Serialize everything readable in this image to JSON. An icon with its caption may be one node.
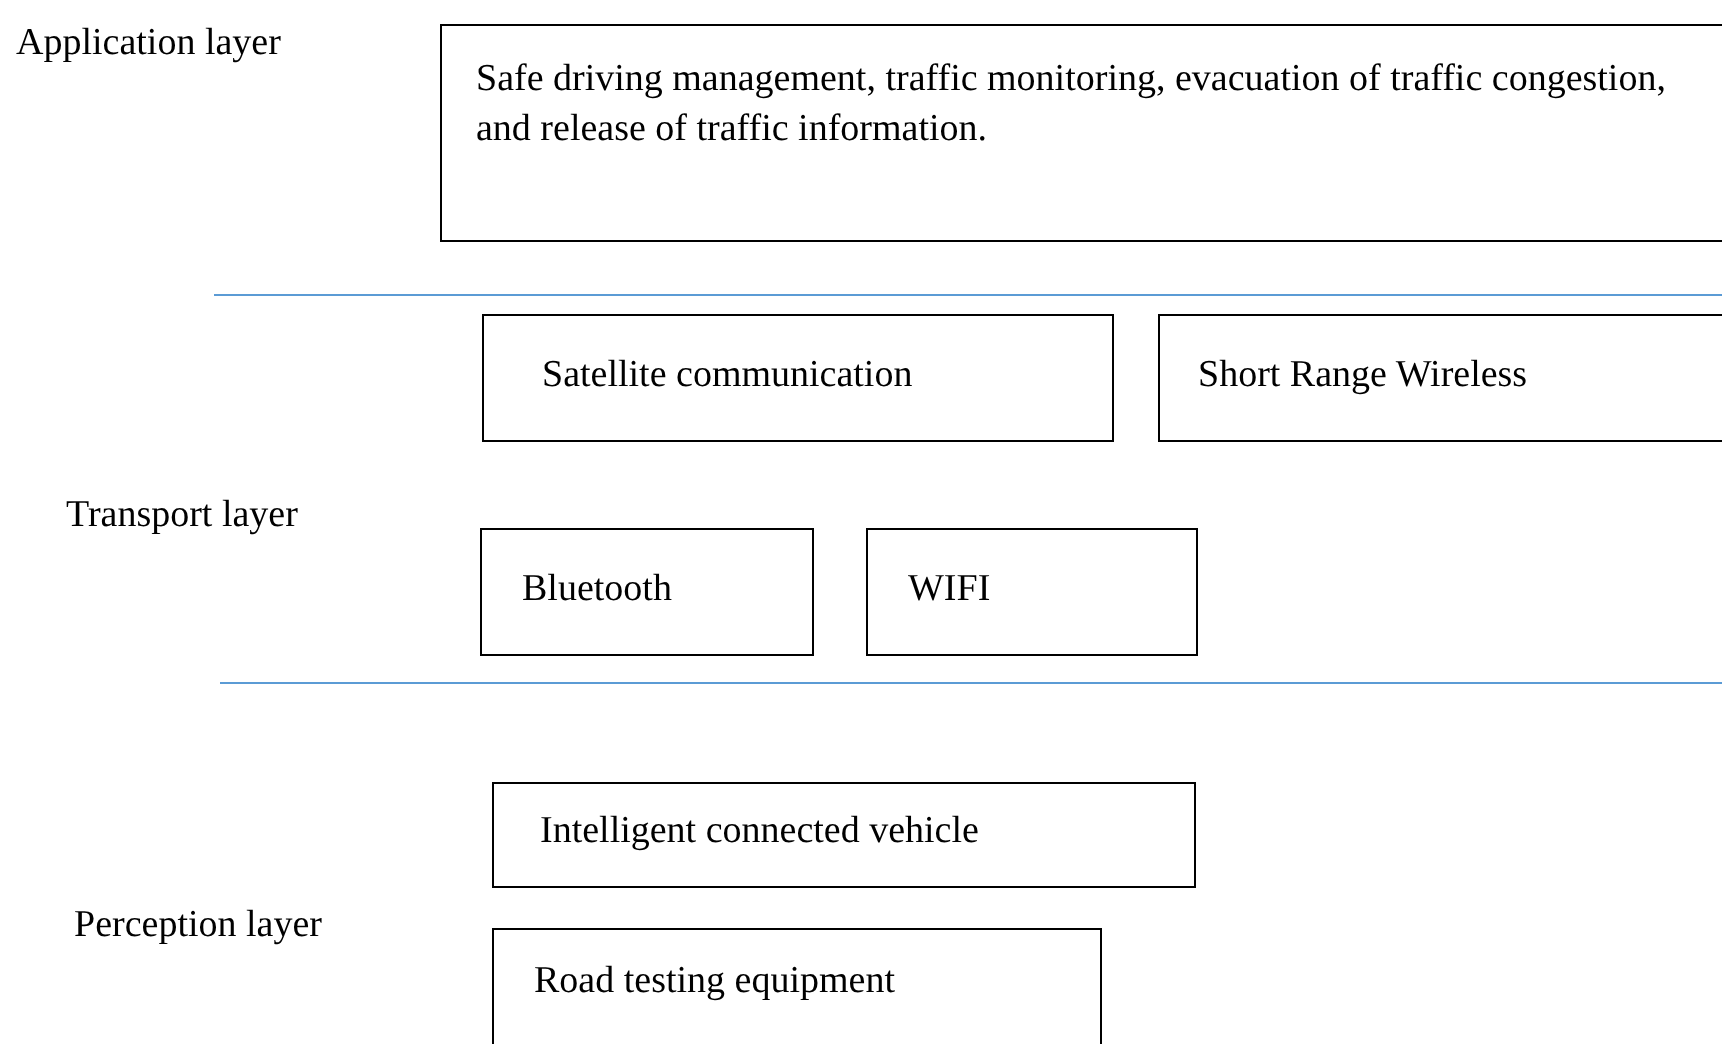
{
  "diagram": {
    "nodes": [
      {
        "text": [
          "Safe driving management, traffic monitoring, evacuation of traffic congestion, and release of traffic information."
        ]
      },
      {
        "text": [
          "Satellite communication"
        ]
      },
      {
        "text": [
          "Short Range Wireless"
        ]
      },
      {
        "text": [
          "Bluetooth"
        ]
      },
      {
        "text": [
          "WIFI"
        ]
      },
      {
        "text": [
          "Intelligent connected vehicle"
        ]
      },
      {
        "text": [
          "Road testing equipment"
        ]
      }
    ],
    "labels": [
      "Application layer",
      "Transport layer",
      "Perception layer"
    ]
  }
}
